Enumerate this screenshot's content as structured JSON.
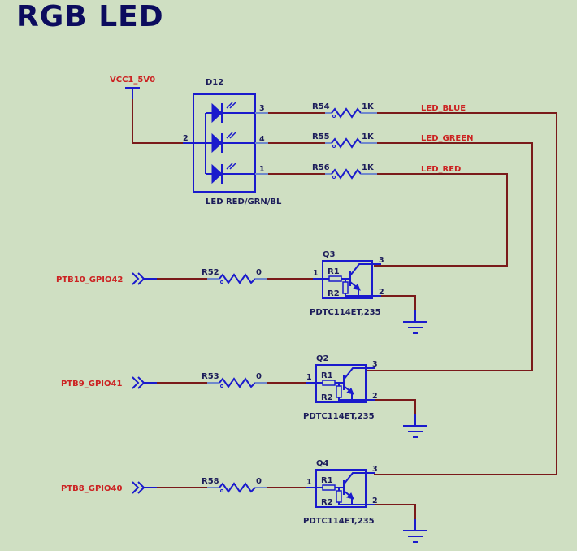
{
  "title": "RGB LED",
  "power": {
    "label": "VCC1_5V0"
  },
  "led": {
    "ref": "D12",
    "value": "LED RED/GRN/BL",
    "common_pin": "2",
    "pins": [
      "3",
      "4",
      "1"
    ]
  },
  "resistors_led": [
    {
      "ref": "R54",
      "value": "1K",
      "net": "LED_BLUE"
    },
    {
      "ref": "R55",
      "value": "1K",
      "net": "LED_GREEN"
    },
    {
      "ref": "R56",
      "value": "1K",
      "net": "LED_RED"
    }
  ],
  "drivers": [
    {
      "port": "PTB10_GPIO42",
      "res_ref": "R52",
      "res_value": "0",
      "q_ref": "Q3",
      "q_value": "PDTC114ET,235",
      "pin_base": "1",
      "pin_collector": "3",
      "pin_emitter": "2",
      "r1": "R1",
      "r2": "R2"
    },
    {
      "port": "PTB9_GPIO41",
      "res_ref": "R53",
      "res_value": "0",
      "q_ref": "Q2",
      "q_value": "PDTC114ET,235",
      "pin_base": "1",
      "pin_collector": "3",
      "pin_emitter": "2",
      "r1": "R1",
      "r2": "R2"
    },
    {
      "port": "PTB8_GPIO40",
      "res_ref": "R58",
      "res_value": "0",
      "q_ref": "Q4",
      "q_value": "PDTC114ET,235",
      "pin_base": "1",
      "pin_collector": "3",
      "pin_emitter": "2",
      "r1": "R1",
      "r2": "R2"
    }
  ]
}
